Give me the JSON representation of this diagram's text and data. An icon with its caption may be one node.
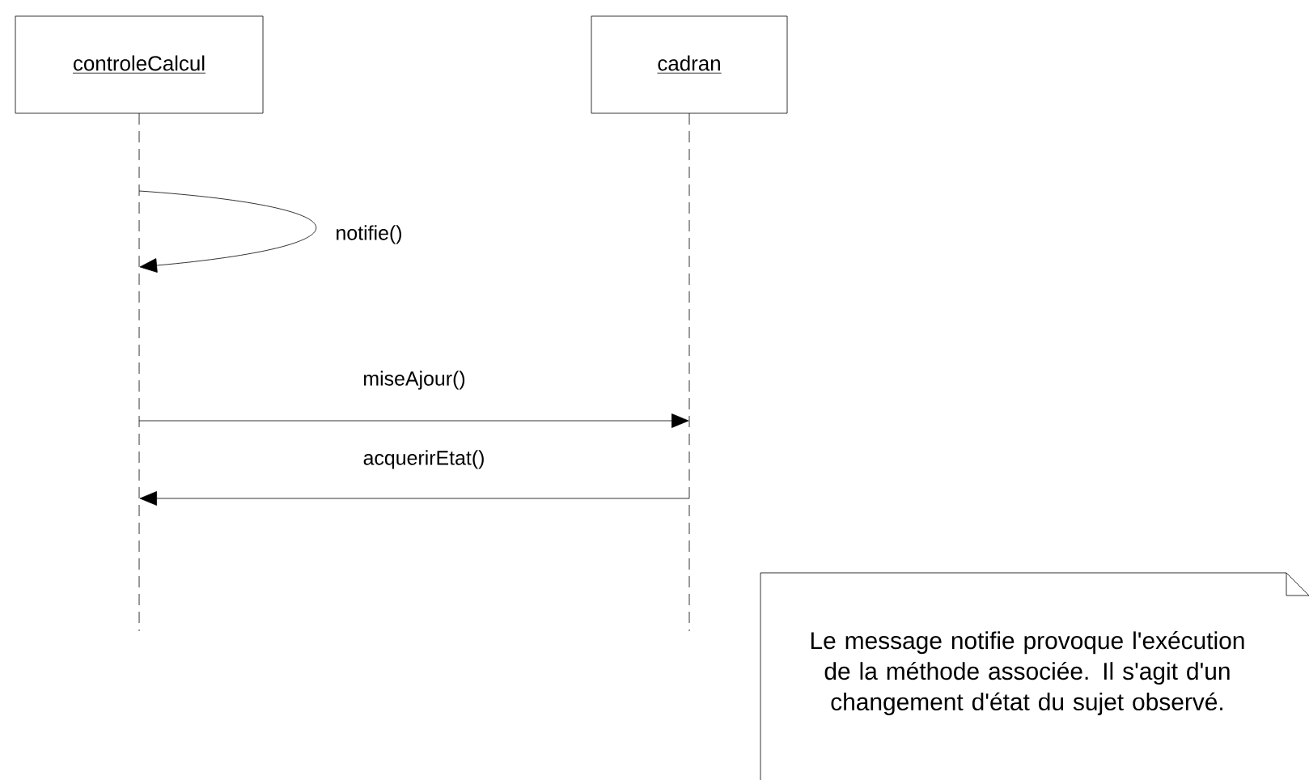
{
  "diagram": {
    "nodes": [
      {
        "text": [
          "controleCalcul"
        ]
      },
      {
        "text": [
          "cadran"
        ]
      },
      {
        "text": [
          "Le message notifie provoque l'exécution de la méthode associée. Il s'agit d'un changement d'état du sujet observé."
        ]
      }
    ],
    "edges": [
      {
        "from": 0,
        "to": 0,
        "arrow": "to",
        "label": "notifie()"
      },
      {
        "from": 0,
        "to": 1,
        "arrow": "to",
        "label": "miseAjour()"
      },
      {
        "from": 1,
        "to": 0,
        "arrow": "to",
        "label": "acquerirEtat()"
      }
    ]
  }
}
